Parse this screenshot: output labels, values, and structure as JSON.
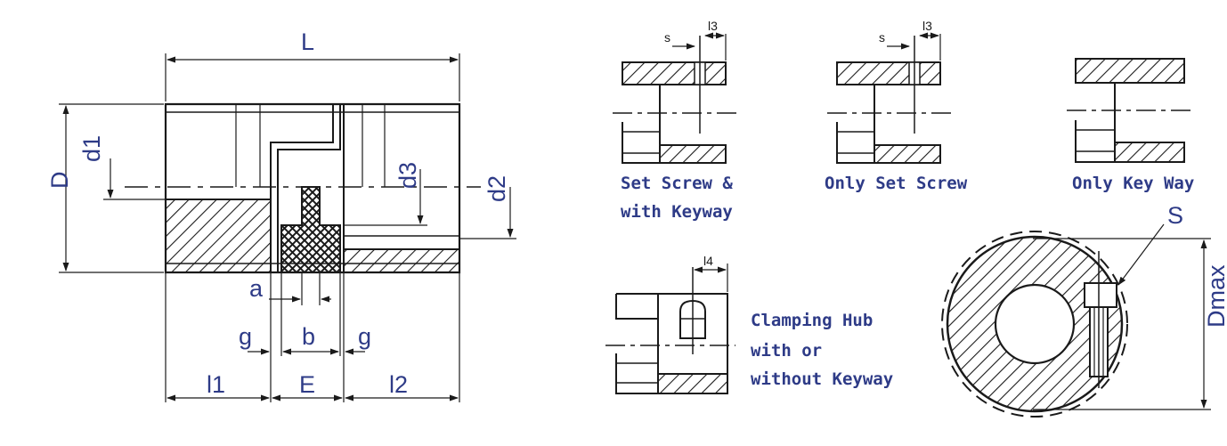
{
  "main_view": {
    "L": "L",
    "D": "D",
    "d1": "d1",
    "d2": "d2",
    "d3": "d3",
    "a": "a",
    "g_left": "g",
    "b": "b",
    "g_right": "g",
    "l1": "l1",
    "E": "E",
    "l2": "l2"
  },
  "hub_types": {
    "set_screw_keyway": {
      "s": "s",
      "l3": "l3",
      "caption_line1": "Set Screw &",
      "caption_line2": "with Keyway"
    },
    "only_set_screw": {
      "s": "s",
      "l3": "l3",
      "caption": "Only Set Screw"
    },
    "only_key_way": {
      "caption": "Only Key Way"
    },
    "clamping_hub": {
      "l4": "l4",
      "caption_line1": "Clamping Hub",
      "caption_line2": "with or",
      "caption_line3": "without Keyway"
    }
  },
  "section_view": {
    "S": "S",
    "Dmax": "Dmax"
  },
  "colors": {
    "label": "#2e3b87",
    "line": "#1a1a1a"
  }
}
